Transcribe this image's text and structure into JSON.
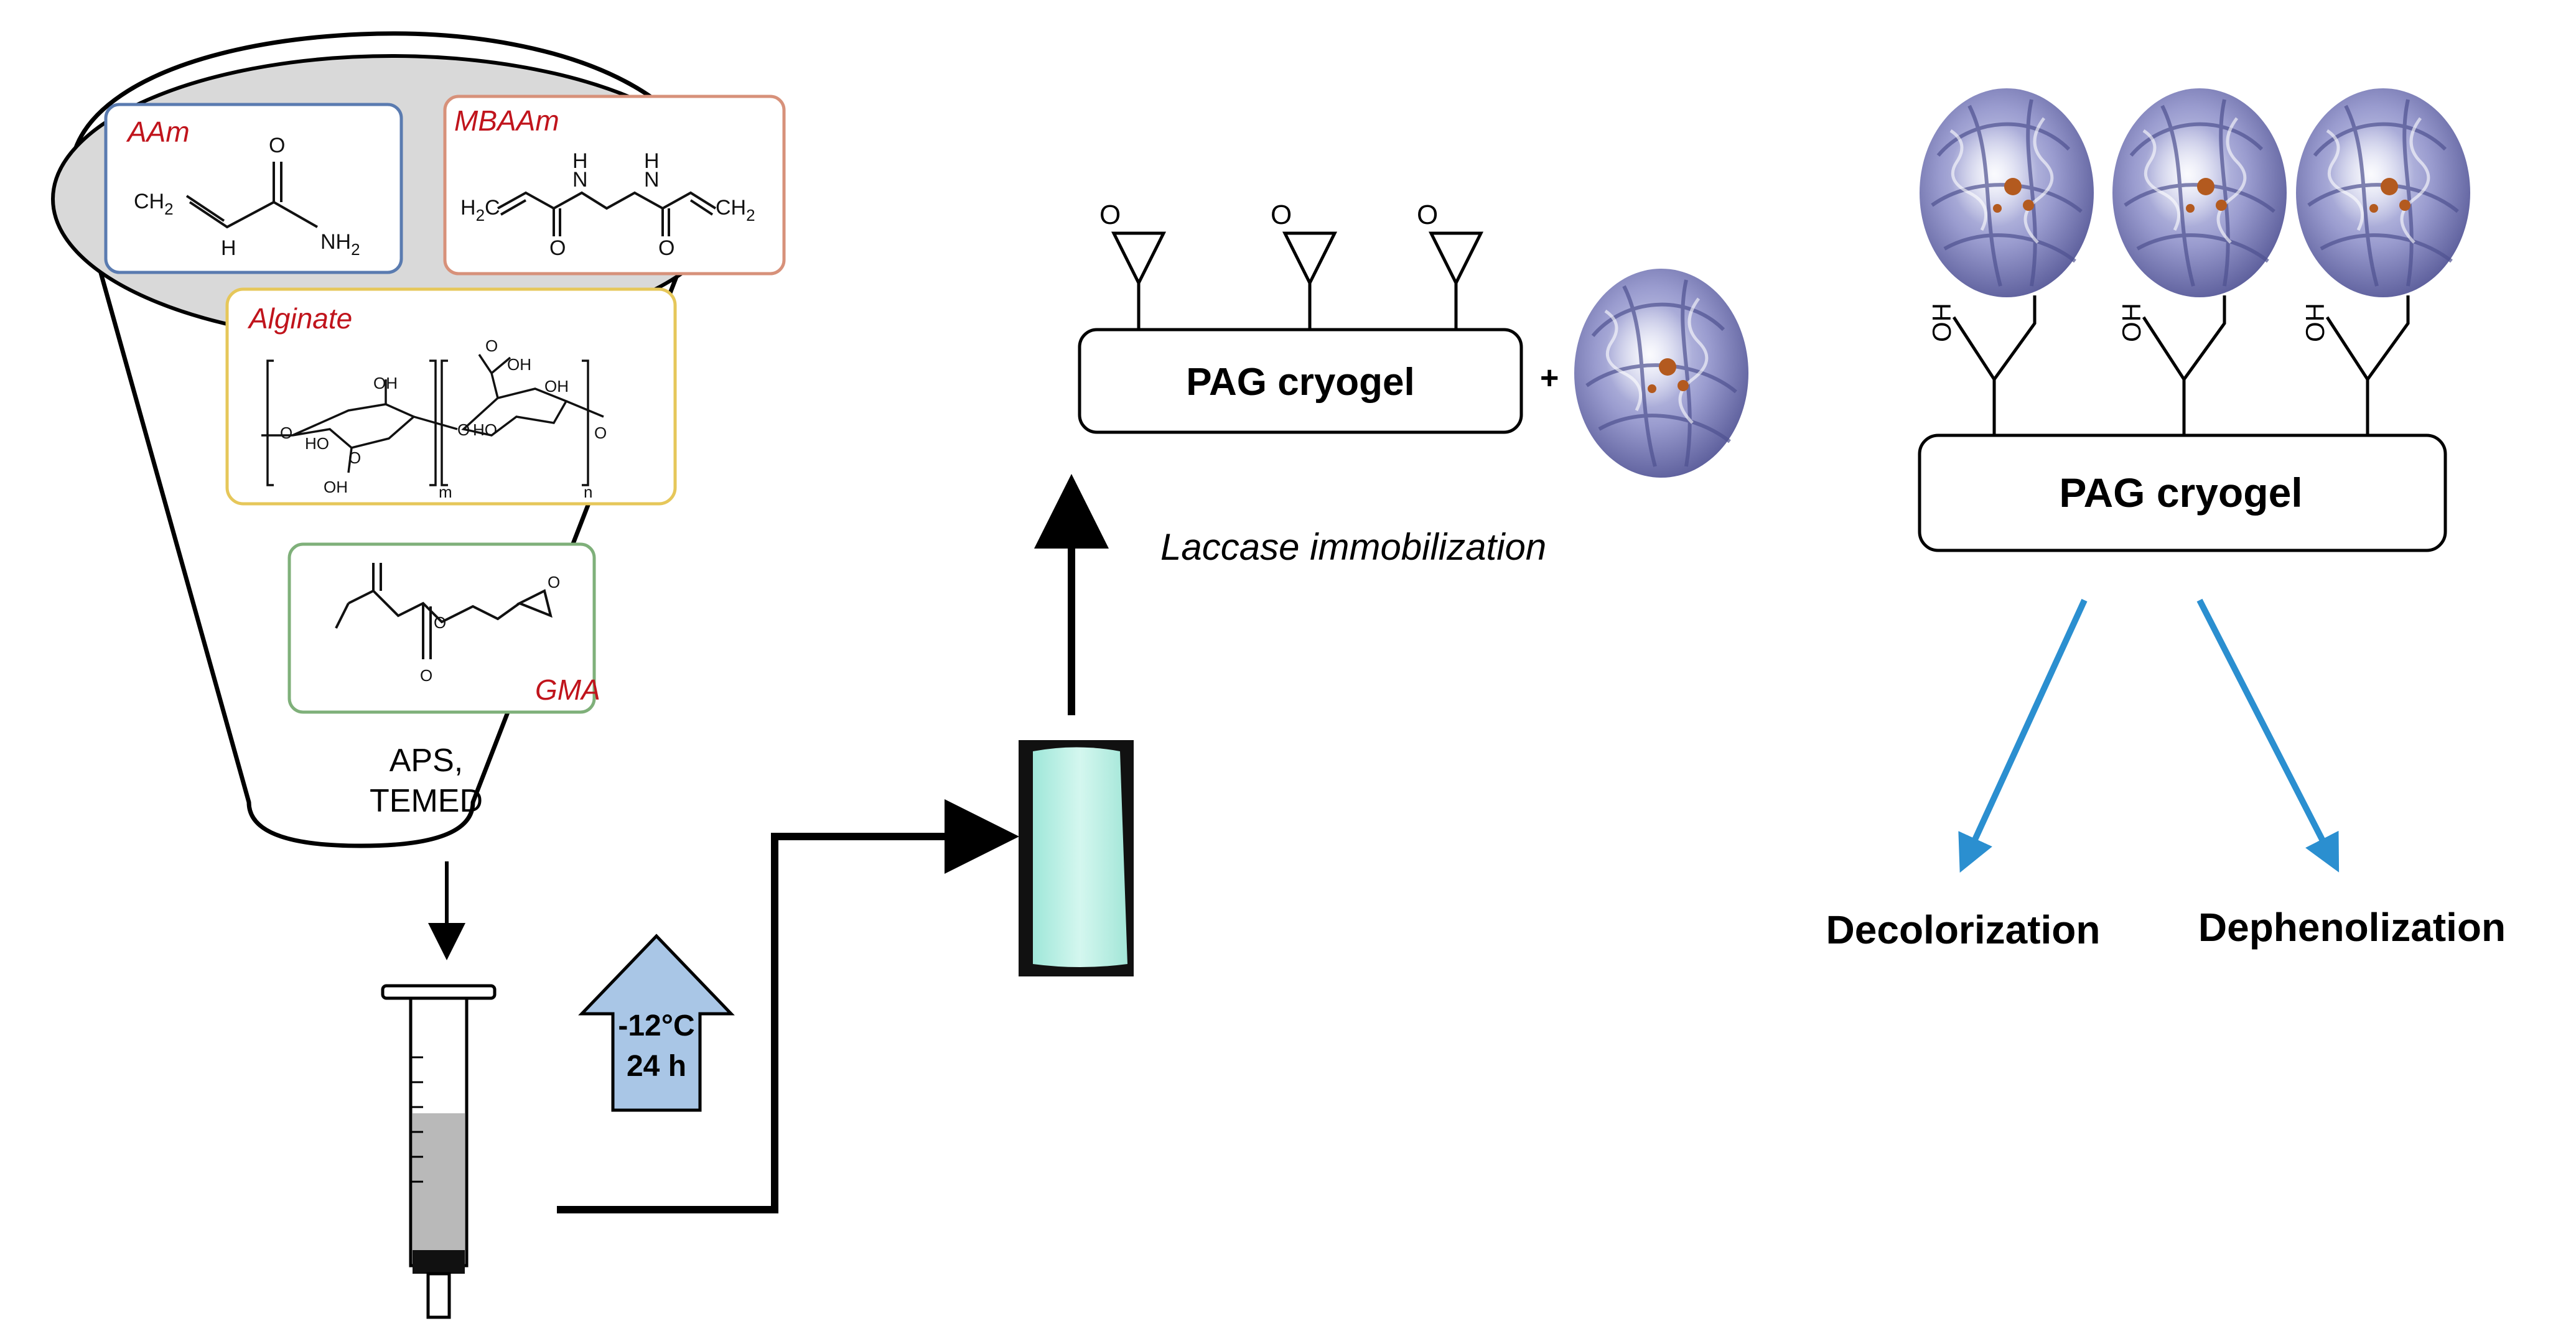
{
  "reagents": {
    "aam": {
      "name": "AAm",
      "color": "#5a7bb0",
      "atoms": {
        "ch2": "CH",
        "ch2_sub": "2",
        "o": "O",
        "h": "H",
        "nh2": "NH",
        "nh2_sub": "2"
      }
    },
    "mbaam": {
      "name": "MBAAm",
      "color": "#d7917a",
      "atoms": {
        "h2c": "H",
        "h2c_sub": "2",
        "h2c_c": "C",
        "n1": "N",
        "h1": "H",
        "n2": "N",
        "h2": "H",
        "ch2": "CH",
        "ch2_sub": "2",
        "o1": "O",
        "o2": "O"
      }
    },
    "alginate": {
      "name": "Alginate",
      "color": "#e6c75a",
      "atoms": {
        "oh1": "OH",
        "ho": "HO",
        "cooh1": "O",
        "oh_bottom": "OH",
        "m": "m",
        "o_left": "O",
        "o_mid": "O",
        "o_right": "O",
        "oh2": "OH",
        "o_top": "O",
        "oh_top2": "OH",
        "ho2": "HO",
        "n": "n"
      }
    },
    "gma": {
      "name": "GMA",
      "color": "#7fb07a",
      "atoms": {
        "o1": "O",
        "o2": "O",
        "o_ep": "O"
      }
    }
  },
  "initiator": {
    "line1": "APS,",
    "line2": "TEMED"
  },
  "condition": {
    "temp": "-12°C",
    "time": "24 h",
    "fill": "#a9c6e6"
  },
  "cryogel": {
    "label": "PAG cryogel",
    "plus": "+",
    "step_label": "Laccase immobilization",
    "epoxide_o": "O",
    "hydroxyl": "OH",
    "enzyme_color": "#8e8fc7"
  },
  "applications": {
    "arrow_color": "#2b8fd0",
    "items": [
      "Decolorization",
      "Dephenolization"
    ]
  }
}
